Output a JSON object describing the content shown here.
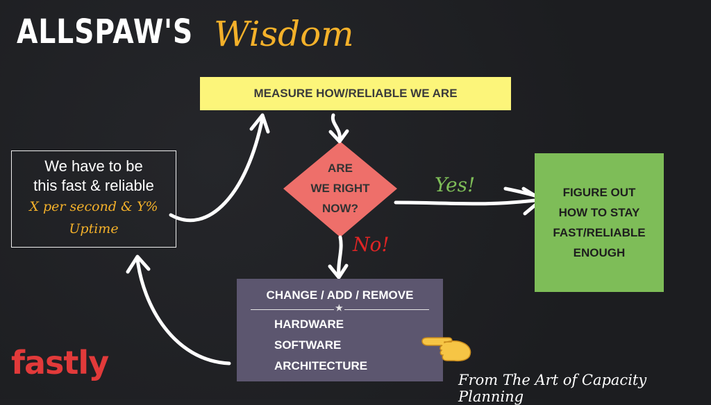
{
  "title": {
    "main": "ALLSPAW'S",
    "accent": "Wisdom"
  },
  "measure_box": {
    "label": "MEASURE HOW/RELIABLE WE ARE"
  },
  "requirement_box": {
    "line1": "We have to be",
    "line2": "this fast & reliable",
    "accent_line1": "X per second & Y%",
    "accent_line2": "Uptime"
  },
  "decision": {
    "line1": "ARE",
    "line2": "WE RIGHT",
    "line3": "NOW?"
  },
  "yes_label": "Yes!",
  "no_label": "No!",
  "figure_box": {
    "line1": "FIGURE OUT",
    "line2": "HOW TO STAY",
    "line3": "FAST/RELIABLE",
    "line4": "ENOUGH"
  },
  "change_box": {
    "title": "CHANGE / ADD / REMOVE",
    "items": [
      "HARDWARE",
      "SOFTWARE",
      "ARCHITECTURE"
    ]
  },
  "brand": "fastly",
  "credit": "From The Art of Capacity Planning",
  "icons": {
    "pointing_hand": "pointing-hand-icon",
    "star_divider": "star-icon"
  },
  "colors": {
    "background": "#1e1f22",
    "measure_box": "#fcf57a",
    "decision": "#ee6f6a",
    "figure_box": "#7ebd58",
    "change_box": "#5c566f",
    "accent_orange": "#f4b12a",
    "yes_green": "#7ebd58",
    "no_red": "#e02525",
    "brand_red": "#e23a3a"
  }
}
